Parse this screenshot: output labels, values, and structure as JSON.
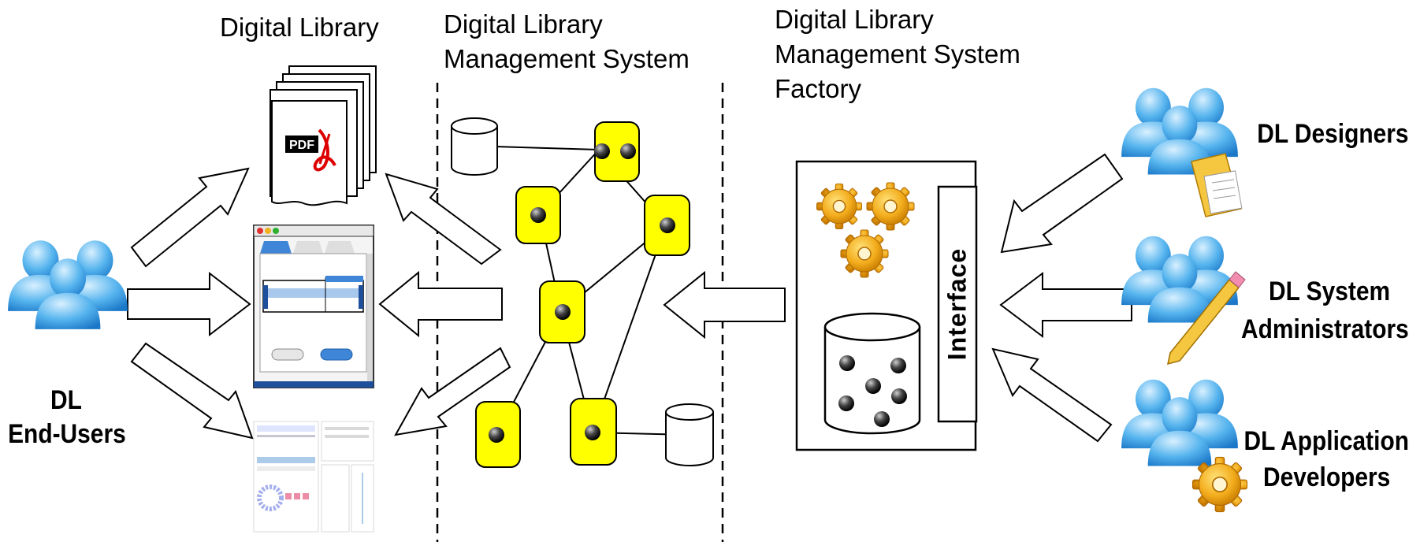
{
  "headers": {
    "digital_library": "Digital Library",
    "dlms_line1": "Digital Library",
    "dlms_line2": "Management System",
    "factory_line1": "Digital Library",
    "factory_line2": "Management System",
    "factory_line3": "Factory"
  },
  "end_users": {
    "line1": "DL",
    "line2": "End-Users"
  },
  "roles": {
    "designers": "DL Designers",
    "sysadmin_line1": "DL System",
    "sysadmin_line2": "Administrators",
    "devs_line1": "DL Application",
    "devs_line2": "Developers"
  },
  "factory": {
    "interface_label": "Interface"
  },
  "document_icon_text": "PDF",
  "colors": {
    "node_fill": "#ffff00",
    "user_blue": "#4aa8e8",
    "gear_orange": "#f0a818",
    "dashed_line": "#000000"
  }
}
